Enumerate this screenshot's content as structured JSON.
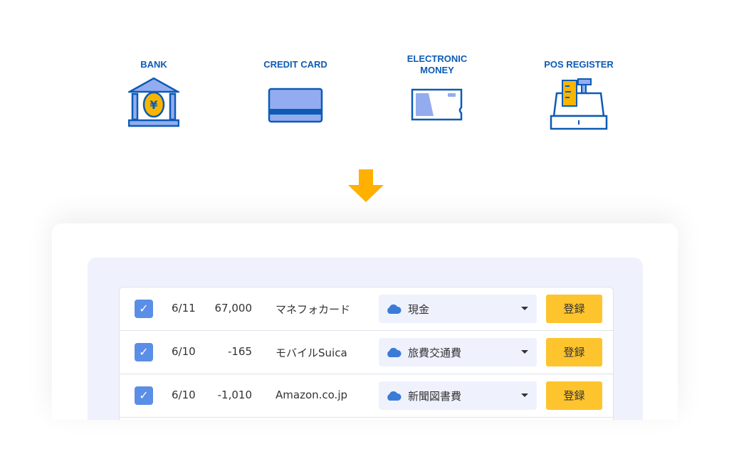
{
  "sources": [
    {
      "label": "BANK",
      "icon": "bank-icon"
    },
    {
      "label": "CREDIT CARD",
      "icon": "credit-card-icon"
    },
    {
      "label_line1": "ELECTRONIC",
      "label_line2": "MONEY",
      "icon": "ic-card-icon"
    },
    {
      "label": "POS REGISTER",
      "icon": "pos-register-icon"
    }
  ],
  "rows": [
    {
      "checked": true,
      "date": "6/11",
      "amount": "67,000",
      "payee": "マネフォカード",
      "category": "現金",
      "button": "登録"
    },
    {
      "checked": true,
      "date": "6/10",
      "amount": "-165",
      "payee": "モバイルSuica",
      "category": "旅費交通費",
      "button": "登録"
    },
    {
      "checked": true,
      "date": "6/10",
      "amount": "-1,010",
      "payee": "Amazon.co.jp",
      "category": "新聞図書費",
      "button": "登録"
    }
  ],
  "colors": {
    "brand": "#0d5bb5",
    "accent": "#fec42e",
    "arrow": "#ffb000"
  }
}
